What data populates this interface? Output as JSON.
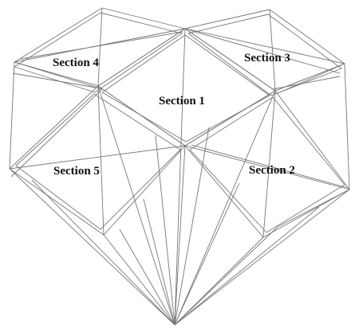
{
  "diagram": {
    "line_color": "#777777",
    "background_color": "#ffffff",
    "sections": [
      {
        "id": "s4",
        "label": "Section 4"
      },
      {
        "id": "s3",
        "label": "Section 3"
      },
      {
        "id": "s1",
        "label": "Section 1"
      },
      {
        "id": "s5",
        "label": "Section 5"
      },
      {
        "id": "s2",
        "label": "Section 2"
      }
    ]
  }
}
